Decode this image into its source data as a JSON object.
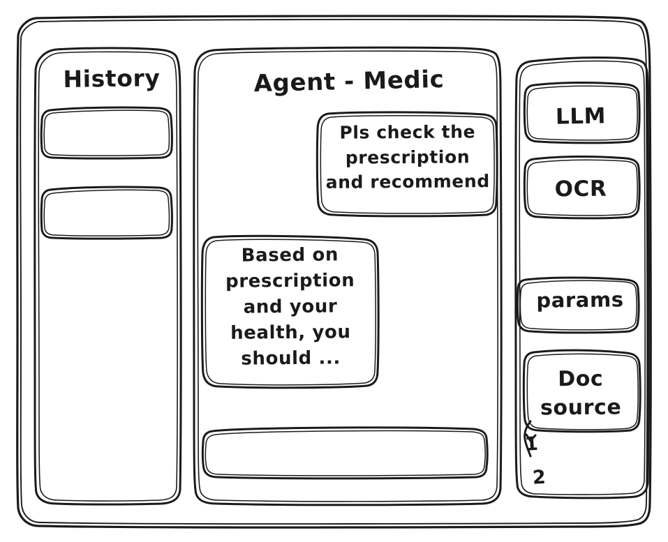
{
  "window": {
    "title": "Agent - Medic",
    "style": "hand-drawn-wireframe",
    "stroke_color": "#1a1a1a",
    "background_color": "#ffffff"
  },
  "sidebar_left": {
    "title": "History",
    "items": [
      {
        "label": ""
      },
      {
        "label": ""
      }
    ]
  },
  "main": {
    "title": "Agent - Medic",
    "messages": [
      {
        "role": "user",
        "text": "Pls check the\nprescription\nand recommend",
        "align": "right"
      },
      {
        "role": "assistant",
        "text": "Based on\nprescription\nand your\nhealth, you\nshould ...",
        "align": "left"
      }
    ],
    "composer": {
      "value": "",
      "placeholder": ""
    }
  },
  "sidebar_right": {
    "tools": [
      {
        "label": "LLM"
      },
      {
        "label": "OCR"
      },
      {
        "label": "params"
      },
      {
        "label": "Doc\nsource"
      }
    ],
    "source_markers": [
      {
        "label": "1"
      },
      {
        "label": "2"
      }
    ]
  }
}
